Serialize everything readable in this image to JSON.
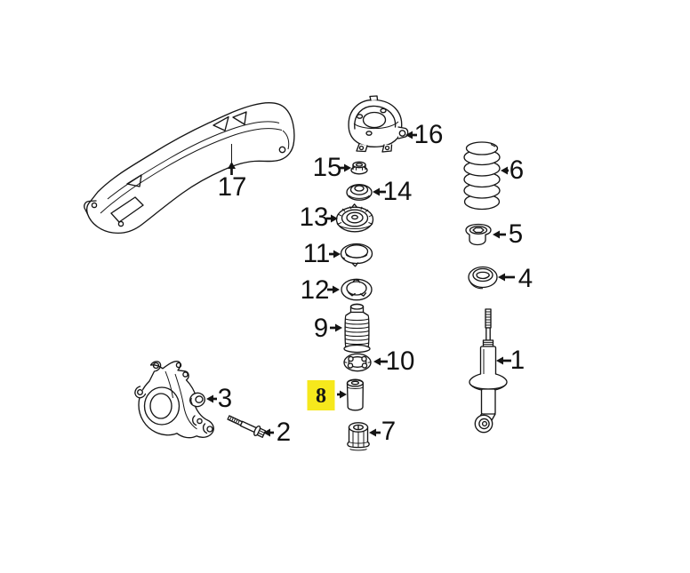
{
  "diagram": {
    "background_color": "#ffffff",
    "line_color": "#161616",
    "highlight_color": "#f6e81c",
    "highlighted_part": "8"
  },
  "callouts": [
    {
      "label": "1",
      "part": "shock-absorber",
      "highlighted": false
    },
    {
      "label": "2",
      "part": "knuckle-bolt",
      "highlighted": false
    },
    {
      "label": "3",
      "part": "stopper-bushing",
      "highlighted": false
    },
    {
      "label": "4",
      "part": "spring-seat-rubber",
      "highlighted": false
    },
    {
      "label": "5",
      "part": "spring-lower-seat",
      "highlighted": false
    },
    {
      "label": "6",
      "part": "coil-spring",
      "highlighted": false
    },
    {
      "label": "7",
      "part": "stopper-buffer",
      "highlighted": false
    },
    {
      "label": "8",
      "part": "bump-stop",
      "highlighted": true
    },
    {
      "label": "9",
      "part": "dust-cover-boot",
      "highlighted": false
    },
    {
      "label": "10",
      "part": "boot-retainer-ring",
      "highlighted": false
    },
    {
      "label": "11",
      "part": "spring-upper-pad",
      "highlighted": false
    },
    {
      "label": "12",
      "part": "retainer-ring",
      "highlighted": false
    },
    {
      "label": "13",
      "part": "spring-upper-seat",
      "highlighted": false
    },
    {
      "label": "14",
      "part": "mount-washer",
      "highlighted": false
    },
    {
      "label": "15",
      "part": "self-locking-nut",
      "highlighted": false
    },
    {
      "label": "16",
      "part": "shock-mount-bracket",
      "highlighted": false
    },
    {
      "label": "17",
      "part": "crossmember-brace",
      "highlighted": false
    }
  ]
}
